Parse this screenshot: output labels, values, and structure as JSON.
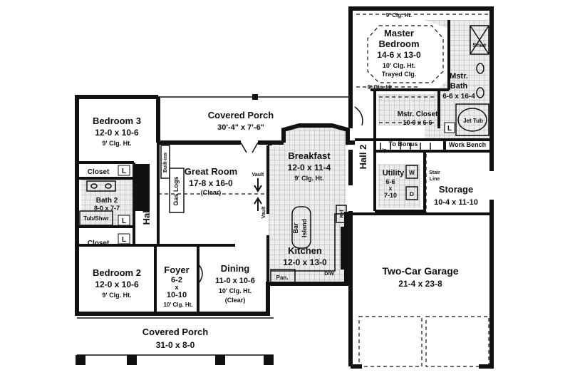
{
  "colors": {
    "wall": "#111111",
    "tile": "#d8d8d8",
    "background": "#ffffff"
  },
  "rooms": {
    "master_bedroom": {
      "name1": "Master",
      "name2": "Bedroom",
      "dims": "14-6 x 13-0",
      "ceiling": "10' Clg. Ht.",
      "note": "Trayed Clg."
    },
    "master_top_ceiling": "9' Clg. Ht.",
    "master_bottom_ceiling": "9' Clg. Ht.",
    "master_bath": {
      "name1": "Mstr.",
      "name2": "Bath",
      "dims": "6-6 x 16-4"
    },
    "shower": "Shwr",
    "jet_tub": "Jet Tub",
    "master_closet": {
      "name": "Mstr. Closet",
      "dims": "10-0 x 6-6"
    },
    "covered_porch_rear": {
      "name": "Covered Porch",
      "dims": "30'-4\" x 7'-6\""
    },
    "bedroom3": {
      "name": "Bedroom 3",
      "dims": "12-0 x 10-6",
      "ceiling": "9' Clg. Ht."
    },
    "closet_upper": "Closet",
    "bath2": {
      "name": "Bath 2",
      "dims": "8-0 x 7-7"
    },
    "tub_shwr": "Tub/Shwr",
    "closet_lower": "Closet",
    "hall1": "Hall 1",
    "great_room": {
      "name": "Great Room",
      "dims": "17-8 x 16-0",
      "note": "(Clear)"
    },
    "built_ins": "Built-ins",
    "gas_logs": "Gas Logs",
    "vault1": "Vault",
    "vault2": "Vault",
    "breakfast": {
      "name": "Breakfast",
      "dims": "12-0 x 11-4",
      "ceiling": "9' Clg. Ht."
    },
    "bar": "Bar",
    "island": "Island",
    "ref": "Ref",
    "kitchen": {
      "name": "Kitchen",
      "dims": "12-0 x 13-0"
    },
    "pan": "Pan.",
    "dw": "D/W",
    "hall2": "Hall 2",
    "to_bonus": "To Bonus",
    "up": "Up",
    "work_bench": "Work Bench",
    "utility": {
      "name": "Utility",
      "dims1": "6-6",
      "dims2": "x",
      "dims3": "7-10"
    },
    "w": "W",
    "d": "D",
    "stair_line": {
      "line1": "Stair",
      "line2": "Line"
    },
    "storage": {
      "name": "Storage",
      "dims": "10-4 x 11-10"
    },
    "garage": {
      "name": "Two-Car Garage",
      "dims": "21-4 x 23-8"
    },
    "bedroom2": {
      "name": "Bedroom 2",
      "dims": "12-0 x 10-6",
      "ceiling": "9' Clg. Ht."
    },
    "foyer": {
      "name": "Foyer",
      "dims1": "6-2",
      "dims2": "x",
      "dims3": "10-10",
      "ceiling": "10' Clg. Ht."
    },
    "dining": {
      "name": "Dining",
      "dims": "11-0 x 10-6",
      "ceiling": "10' Clg. Ht.",
      "note": "(Clear)"
    },
    "covered_porch_front": {
      "name": "Covered Porch",
      "dims": "31-0 x 8-0"
    },
    "l_marks": [
      "L",
      "L",
      "L",
      "L"
    ]
  }
}
